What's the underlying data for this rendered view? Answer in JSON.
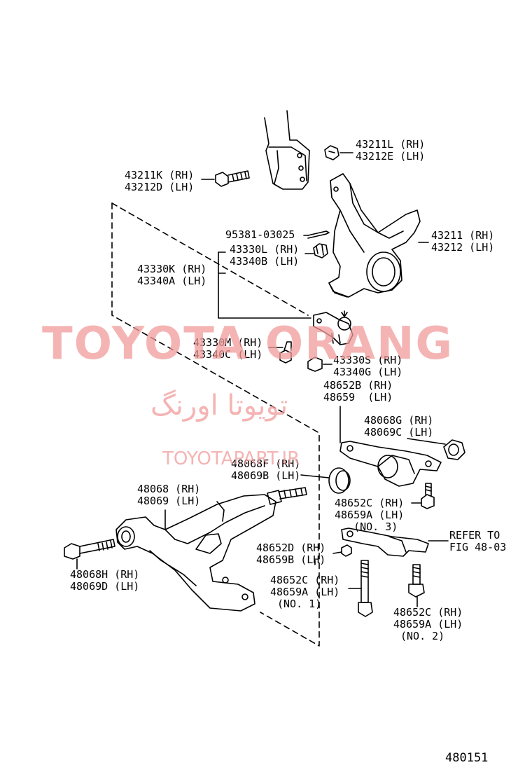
{
  "watermark": {
    "brand": "TOYOTA ORANG",
    "persian": "تویوتا اورنگ",
    "site": "TOYOTAPART.IR"
  },
  "figure_number": "480151",
  "labels": {
    "bolt_43211L": [
      "43211L (RH)",
      "43212E (LH)"
    ],
    "bolt_43211K": [
      "43211K (RH)",
      "43212D (LH)"
    ],
    "pin_95381": [
      "95381-03025"
    ],
    "nut_43330L": [
      "43330L (RH)",
      "43340B (LH)"
    ],
    "ball_43330K": [
      "43330K (RH)",
      "43340A (LH)"
    ],
    "knuckle_43211": [
      "43211 (RH)",
      "43212 (LH)"
    ],
    "bolt_43330M": [
      "43330M (RH)",
      "43340C (LH)"
    ],
    "nut_43330S": [
      "43330S (RH)",
      "43340G (LH)"
    ],
    "bracket_48652B": [
      "48652B (RH)",
      "48659  (LH)"
    ],
    "bush_48068G": [
      "48068G (RH)",
      "48069C (LH)"
    ],
    "bush_48068F": [
      "48068F (RH)",
      "48069B (LH)"
    ],
    "arm_48068": [
      "48068 (RH)",
      "48069 (LH)"
    ],
    "bolt_48652C_no3": [
      "48652C (RH)",
      "48659A (LH)",
      "   (NO. 3)"
    ],
    "refer": [
      "REFER TO",
      "FIG 48-03"
    ],
    "nut_48652D": [
      "48652D (RH)",
      "48659B (LH)"
    ],
    "bolt_48068H": [
      "48068H (RH)",
      "48069D (LH)"
    ],
    "bolt_48652C_no1": [
      "48652C (RH)",
      "48659A (LH)",
      "(NO. 1)"
    ],
    "bolt_48652C_no2": [
      "48652C (RH)",
      "48659A (LH)",
      "(NO. 2)"
    ]
  }
}
